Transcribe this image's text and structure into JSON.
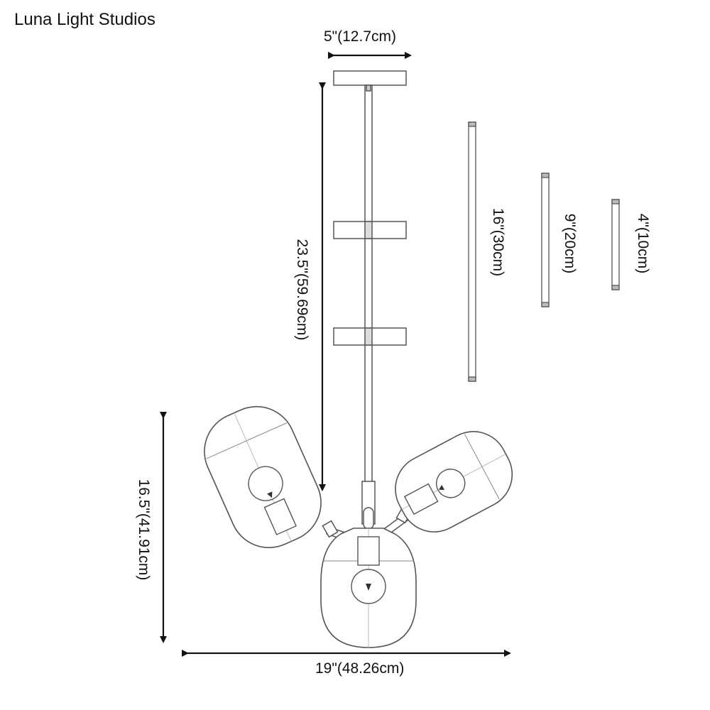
{
  "brand": "Luna Light Studios",
  "dimensions": {
    "canopy_width": "5\"(12.7cm)",
    "rod_length": "23.5\"(59.69cm)",
    "shade_height": "16.5\"(41.91cm)",
    "overall_width": "19\"(48.26cm)"
  },
  "extension_rods": [
    {
      "label": "16\"(30cm)"
    },
    {
      "label": "9\"(20cm)"
    },
    {
      "label": "4\"(10cm)"
    }
  ],
  "colors": {
    "line": "#555555",
    "arrow": "#111111",
    "rod_fill": "#cfcfcf"
  }
}
